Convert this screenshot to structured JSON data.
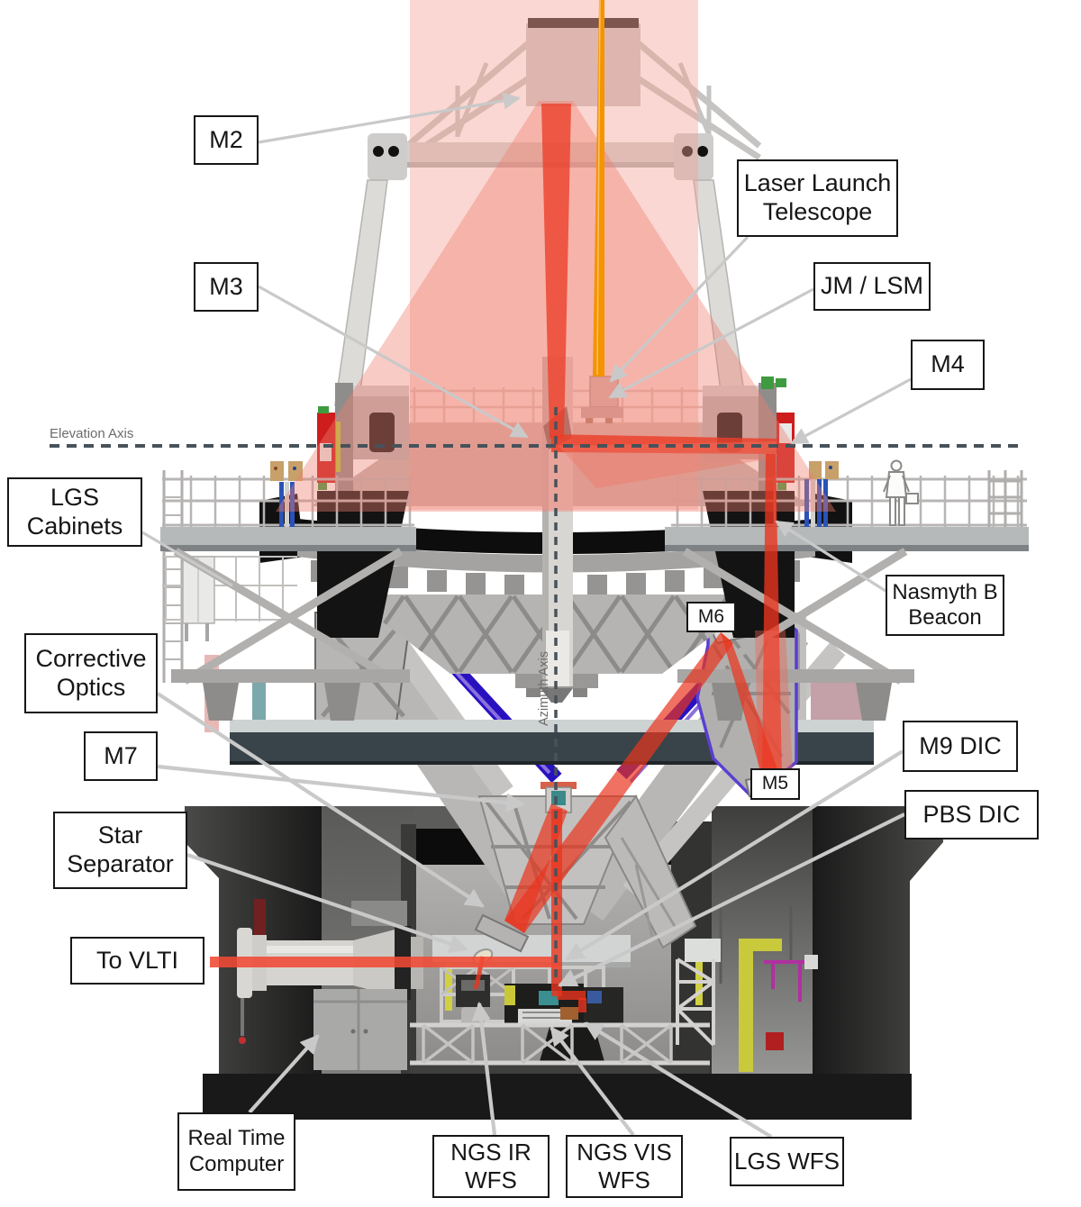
{
  "figure": {
    "title": "Telescope adaptive-optics system cutaway diagram",
    "background": "#ffffff",
    "axes": {
      "elevation": {
        "label": "Elevation Axis"
      },
      "azimuth": {
        "label": "Azimuth Axis"
      }
    },
    "labels": {
      "m2": {
        "text": "M2"
      },
      "m3": {
        "text": "M3"
      },
      "llt": {
        "text": "Laser Launch Telescope"
      },
      "jm_lsm": {
        "text": "JM / LSM"
      },
      "m4": {
        "text": "M4"
      },
      "lgs_cabinets": {
        "text": "LGS Cabinets"
      },
      "nasmyth_b_beacon": {
        "text": "Nasmyth B Beacon"
      },
      "m6": {
        "text": "M6"
      },
      "corrective_optics": {
        "text": "Corrective Optics"
      },
      "m5": {
        "text": "M5"
      },
      "m7": {
        "text": "M7"
      },
      "m9_dic": {
        "text": "M9 DIC"
      },
      "pbs_dic": {
        "text": "PBS DIC"
      },
      "star_separator": {
        "text": "Star Separator"
      },
      "to_vlti": {
        "text": "To VLTI"
      },
      "rtc": {
        "text": "Real Time Computer"
      },
      "ngs_ir_wfs": {
        "text": "NGS IR WFS"
      },
      "ngs_vis_wfs": {
        "text": "NGS VIS WFS"
      },
      "lgs_wfs": {
        "text": "LGS WFS"
      }
    },
    "colors": {
      "beam_red": "#ec3e28",
      "light_cone_pink": "#f3a094",
      "laser_orange": "#f49400",
      "corrective_optics_blue": "#2812c0",
      "leader_gray": "#c9c9c9",
      "axis_dash_gray": "#47525a",
      "m4_device_red": "#ce1d1d"
    }
  }
}
